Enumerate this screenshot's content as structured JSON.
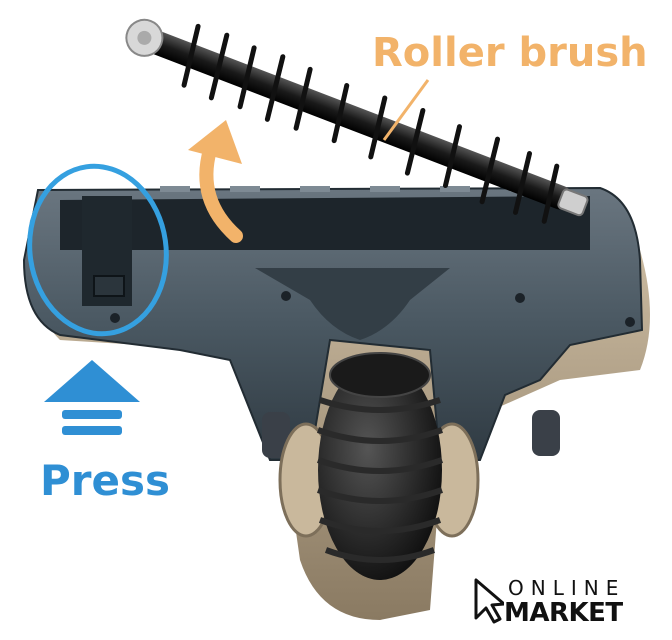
{
  "labels": {
    "roller_brush": "Roller brush",
    "press": "Press"
  },
  "logo": {
    "line1": "ONLINE",
    "line2": "MARKET"
  },
  "colors": {
    "annotation_orange": "#f2b36a",
    "press_blue": "#2f8fd4",
    "body_slate": "#4a5862",
    "body_tan": "#b7a48a",
    "hose_black": "#111111"
  },
  "icons": {
    "arrow": "curved-up-arrow-icon",
    "press": "press-up-arrow-icon",
    "cursor": "cursor-icon"
  }
}
